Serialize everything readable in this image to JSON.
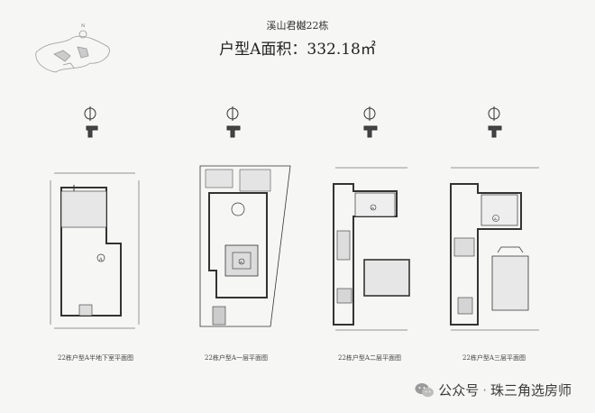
{
  "document": {
    "title": "溪山君樾22栋",
    "area_label": "户型A面积：332.18㎡",
    "north_mark": "N",
    "room_mark": "A",
    "captions": [
      "22栋户型A半地下室平面图",
      "22栋户型A一层平面图",
      "22栋户型A二层平面图",
      "22栋户型A三层平面图"
    ]
  },
  "footer": {
    "account_prefix": "公众号",
    "separator": "·",
    "account_name": "珠三角选房师",
    "icon": "wechat-icon"
  },
  "colors": {
    "background": "#f6f6f4",
    "ink": "#333333",
    "shade": "#cfcfcf"
  }
}
